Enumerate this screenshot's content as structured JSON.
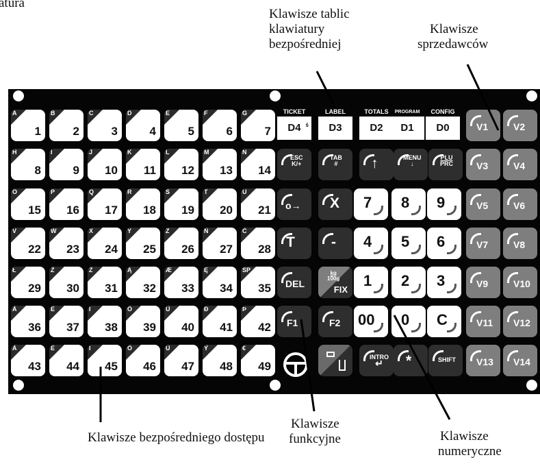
{
  "captions": {
    "top_left": "atura",
    "tables_line1": "Klawisze tablic",
    "tables_line2": "klawiatury",
    "tables_line3": "bezpośredniej",
    "sellers_line1": "Klawisze",
    "sellers_line2": "sprzedawców",
    "direct": "Klawisze bezpośredniego dostępu",
    "func_line1": "Klawisze",
    "func_line2": "funkcyjne",
    "numeric_line1": "Klawisze",
    "numeric_line2": "numeryczne"
  },
  "direct_keys": [
    {
      "small": "A",
      "num": "1"
    },
    {
      "small": "B",
      "num": "2"
    },
    {
      "small": "C",
      "num": "3"
    },
    {
      "small": "D",
      "num": "4"
    },
    {
      "small": "E",
      "num": "5"
    },
    {
      "small": "F",
      "num": "6"
    },
    {
      "small": "G",
      "num": "7"
    },
    {
      "small": "H",
      "num": "8"
    },
    {
      "small": "I",
      "num": "9"
    },
    {
      "small": "J",
      "num": "10"
    },
    {
      "small": "K",
      "num": "11"
    },
    {
      "small": "L",
      "num": "12"
    },
    {
      "small": "M",
      "num": "13"
    },
    {
      "small": "N",
      "num": "14"
    },
    {
      "small": "O",
      "num": "15"
    },
    {
      "small": "P",
      "num": "16"
    },
    {
      "small": "Q",
      "num": "17"
    },
    {
      "small": "R",
      "num": "18"
    },
    {
      "small": "S",
      "num": "19"
    },
    {
      "small": "T",
      "num": "20"
    },
    {
      "small": "U",
      "num": "21"
    },
    {
      "small": "V",
      "num": "22"
    },
    {
      "small": "W",
      "num": "23"
    },
    {
      "small": "X",
      "num": "24"
    },
    {
      "small": "Y",
      "num": "25"
    },
    {
      "small": "Z",
      "num": "26"
    },
    {
      "small": "Ń",
      "num": "27"
    },
    {
      "small": "Ć",
      "num": "28"
    },
    {
      "small": "Ł",
      "num": "29"
    },
    {
      "small": "Ż",
      "num": "30"
    },
    {
      "small": "Ź",
      "num": "31"
    },
    {
      "small": "Ą",
      "num": "32"
    },
    {
      "small": "Æ",
      "num": "33"
    },
    {
      "small": "Ę",
      "num": "34"
    },
    {
      "small": "SP",
      "num": "35"
    },
    {
      "small": "Á",
      "num": "36"
    },
    {
      "small": "É",
      "num": "37"
    },
    {
      "small": "Í",
      "num": "38"
    },
    {
      "small": "Ó",
      "num": "39"
    },
    {
      "small": "Ú",
      "num": "40"
    },
    {
      "small": "Đ",
      "num": "41"
    },
    {
      "small": "Þ",
      "num": "42"
    },
    {
      "small": "À",
      "num": "43"
    },
    {
      "small": "È",
      "num": "44"
    },
    {
      "small": "Ì",
      "num": "45"
    },
    {
      "small": "Ò",
      "num": "46"
    },
    {
      "small": "Ù",
      "num": "47"
    },
    {
      "small": "Ÿ",
      "num": "48"
    },
    {
      "small": "€",
      "num": "49"
    }
  ],
  "table_keys": [
    {
      "top": "TICKET",
      "bottom": "D4",
      "extra": "ś"
    },
    {
      "top": "LABEL",
      "bottom": "D3",
      "extra": ""
    },
    {
      "top": "TOTALS",
      "bottom": "D2",
      "extra": ""
    },
    {
      "top": "PROGRAM",
      "bottom": "D1",
      "extra": ""
    },
    {
      "top": "CONFIG",
      "bottom": "D0",
      "extra": ""
    }
  ],
  "function_keys": {
    "esc": "ESC",
    "esc_sub": "K/+",
    "tab": "TAB",
    "tab_sub": "#",
    "up_arrow": "↑",
    "menu": "MENU",
    "menu_sub": "↓",
    "plu": "PLU",
    "prc": "PRC",
    "zero_key": "o→",
    "x_key": "X",
    "t_key": "T",
    "minus_key": "-",
    "del": "DEL",
    "fix_kg": "kg",
    "fix_100g": "100g",
    "fix": "FIX",
    "f1": "F1",
    "f2": "F2",
    "intro": "INTRO",
    "intro_sub": "↵",
    "star": "*",
    "shift": "SHIFT"
  },
  "numeric_keys": [
    "7",
    "8",
    "9",
    "4",
    "5",
    "6",
    "1",
    "2",
    "3",
    "00",
    "0",
    "C"
  ],
  "seller_keys": [
    "V1",
    "V2",
    "V3",
    "V4",
    "V5",
    "V6",
    "V7",
    "V8",
    "V9",
    "V10",
    "V11",
    "V12",
    "V13",
    "V14"
  ]
}
